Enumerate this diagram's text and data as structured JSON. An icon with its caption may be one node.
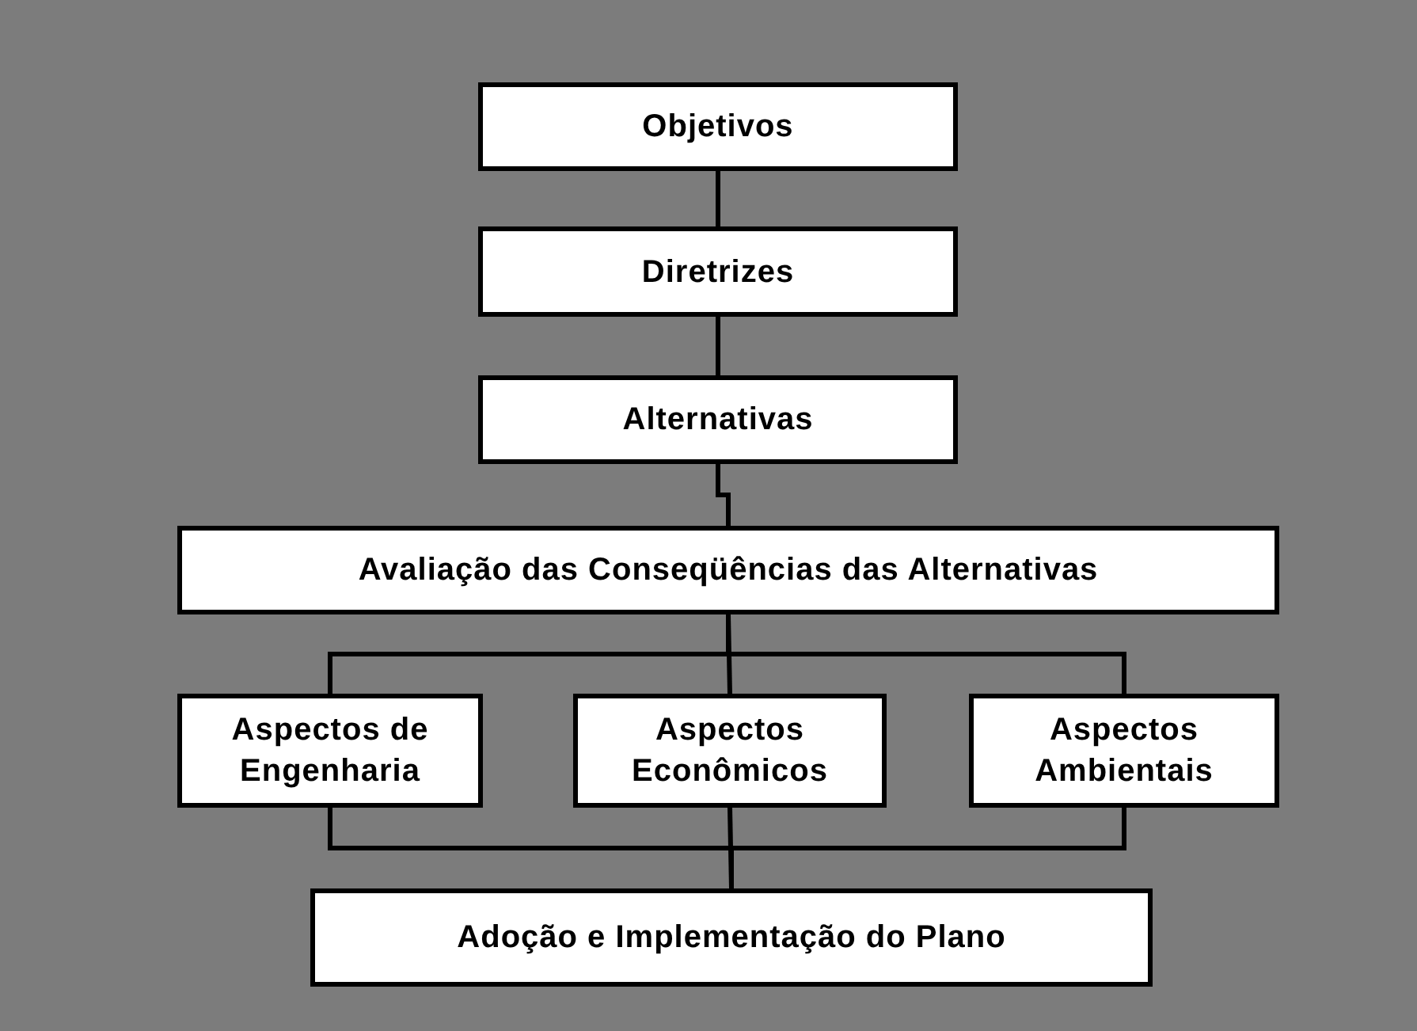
{
  "diagram": {
    "nodes": [
      {
        "text": [
          "Objetivos"
        ]
      },
      {
        "text": [
          "Diretrizes"
        ]
      },
      {
        "text": [
          "Alternativas"
        ]
      },
      {
        "text": [
          "Avaliação das Conseqüências das Alternativas"
        ]
      },
      {
        "text": [
          "Aspectos de Engenharia"
        ]
      },
      {
        "text": [
          "Aspectos Econômicos"
        ]
      },
      {
        "text": [
          "Aspectos Ambientais"
        ]
      },
      {
        "text": [
          "Adoção e Implementação do Plano"
        ]
      }
    ],
    "edges": [
      {
        "from": 0,
        "to": 1,
        "arrow": "none"
      },
      {
        "from": 1,
        "to": 2,
        "arrow": "none"
      },
      {
        "from": 2,
        "to": 3,
        "arrow": "none"
      },
      {
        "from": 3,
        "to": 4,
        "arrow": "none"
      },
      {
        "from": 3,
        "to": 5,
        "arrow": "none"
      },
      {
        "from": 3,
        "to": 6,
        "arrow": "none"
      },
      {
        "from": 4,
        "to": 7,
        "arrow": "none"
      },
      {
        "from": 5,
        "to": 7,
        "arrow": "none"
      },
      {
        "from": 6,
        "to": 7,
        "arrow": "none"
      }
    ]
  }
}
